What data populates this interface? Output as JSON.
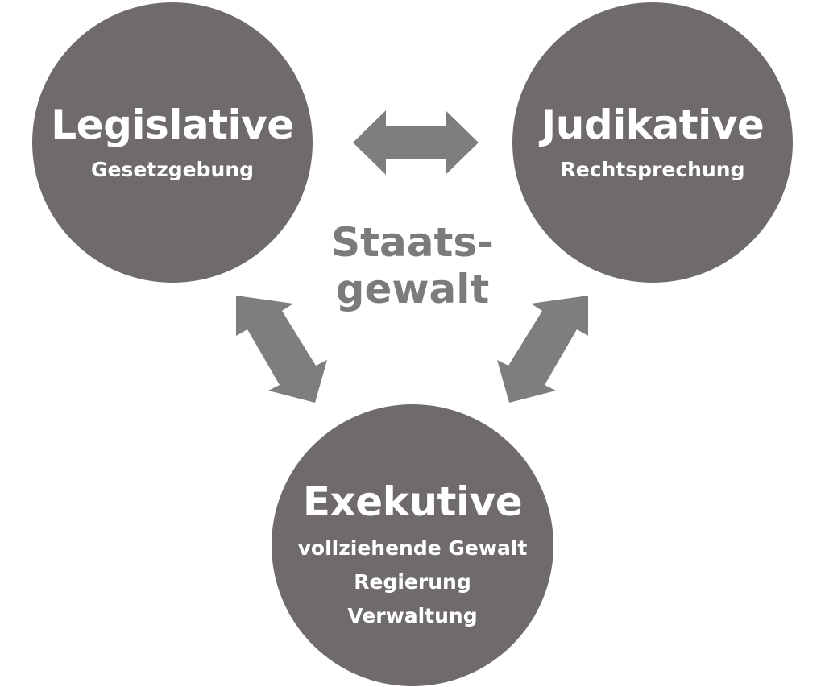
{
  "colors": {
    "circle_fill": "#6f6b6b",
    "arrow_fill": "#7e7e7e",
    "center_text": "#7b7b7b",
    "circle_text": "#ffffff",
    "background": "#ffffff"
  },
  "center": {
    "line1": "Staats-",
    "line2": "gewalt"
  },
  "legislative": {
    "title": "Legislative",
    "subtitle": "Gesetzgebung"
  },
  "judikative": {
    "title": "Judikative",
    "subtitle": "Rechtsprechung"
  },
  "exekutive": {
    "title": "Exekutive",
    "lines": [
      "vollziehende Gewalt",
      "Regierung",
      "Verwaltung"
    ]
  },
  "connections": [
    {
      "from": "Legislative",
      "to": "Judikative",
      "direction": "both",
      "icon": "double-arrow-icon"
    },
    {
      "from": "Legislative",
      "to": "Exekutive",
      "direction": "both",
      "icon": "double-arrow-icon"
    },
    {
      "from": "Judikative",
      "to": "Exekutive",
      "direction": "both",
      "icon": "double-arrow-icon"
    }
  ]
}
